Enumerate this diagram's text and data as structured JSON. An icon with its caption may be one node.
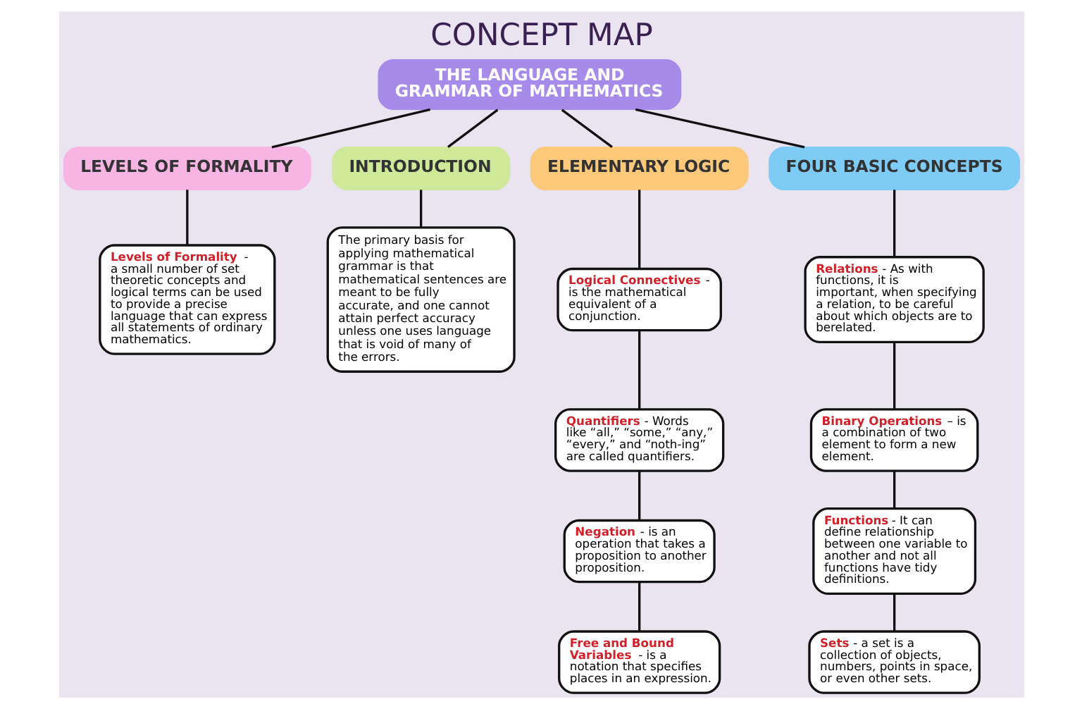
{
  "diagram": {
    "title": "CONCEPT MAP",
    "nodes": [
      {
        "text": [
          "THE LANGUAGE AND GRAMMAR OF MATHEMATICS"
        ]
      },
      {
        "text": [
          "LEVELS OF FORMALITY"
        ]
      },
      {
        "text": [
          "INTRODUCTION"
        ]
      },
      {
        "text": [
          "ELEMENTARY LOGIC"
        ]
      },
      {
        "text": [
          "FOUR BASIC CONCEPTS"
        ]
      },
      {
        "text": [
          "**Levels of Formality** - a small number of set theoretic concepts and logical terms can be used to provide a precise language that can express all statements of ordinary mathematics."
        ]
      },
      {
        "text": [
          "The primary basis for applying mathematical grammar is that mathematical sentences are meant to be fully accurate, and one cannot attain perfect accuracy unless one uses language that is void of many of the errors."
        ]
      },
      {
        "text": [
          "**Negation** - is an operation that takes a proposition to another proposition."
        ]
      },
      {
        "text": [
          "**Free and Bound Variables** - is a notation that specifies places in an expression."
        ]
      },
      {
        "text": [
          "**Quantifiers** - Words like “all,” “some,” “any,” “every,” and “noth-ing” are called quantifiers."
        ]
      },
      {
        "text": [
          "**Logical Connectives** - is the mathematical equivalent of a conjunction."
        ]
      },
      {
        "text": [
          "**Sets** - a set is a collection of objects, numbers, points in space, or even other sets."
        ]
      },
      {
        "text": [
          "**Functions** - It can define relationship between one variable to another and not all functions have tidy definitions."
        ]
      },
      {
        "text": [
          "**Relations** - As with functions, it is important, when specifying a relation, to be careful about which objects are to berelated."
        ]
      },
      {
        "text": [
          "**Binary Operations** – is a combination of two element to form a new element."
        ]
      }
    ],
    "edges": [
      {
        "from": 0,
        "to": 1,
        "arrow": "none"
      },
      {
        "from": 0,
        "to": 2,
        "arrow": "none"
      },
      {
        "from": 0,
        "to": 3,
        "arrow": "none"
      },
      {
        "from": 0,
        "to": 4,
        "arrow": "none"
      },
      {
        "from": 1,
        "to": 5,
        "arrow": "none"
      },
      {
        "from": 2,
        "to": 6,
        "arrow": "none"
      },
      {
        "from": 3,
        "to": 10,
        "arrow": "none"
      },
      {
        "from": 10,
        "to": 9,
        "arrow": "none"
      },
      {
        "from": 9,
        "to": 7,
        "arrow": "none"
      },
      {
        "from": 7,
        "to": 8,
        "arrow": "none"
      },
      {
        "from": 4,
        "to": 13,
        "arrow": "none"
      },
      {
        "from": 13,
        "to": 14,
        "arrow": "none"
      },
      {
        "from": 14,
        "to": 12,
        "arrow": "none"
      },
      {
        "from": 12,
        "to": 11,
        "arrow": "none"
      }
    ]
  }
}
